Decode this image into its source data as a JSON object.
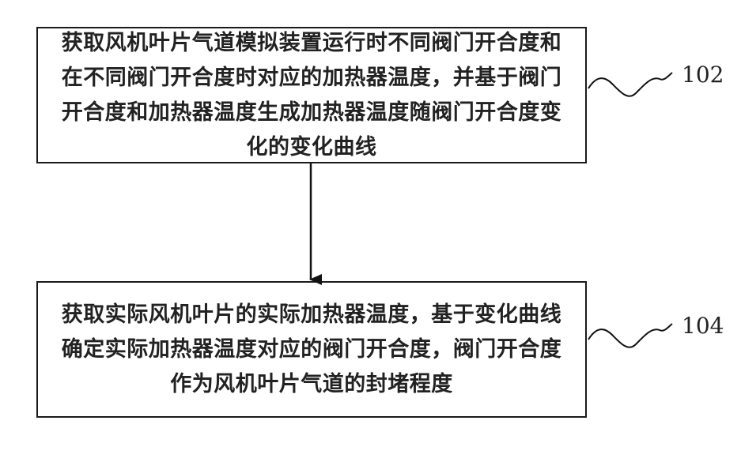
{
  "steps": [
    {
      "label": "102",
      "text": "获取风机叶片气道模拟装置运行时不同阀门开合度和在不同阀门开合度时对应的加热器温度，并基于阀门开合度和加热器温度生成加热器温度随阀门开合度变化的变化曲线"
    },
    {
      "label": "104",
      "text": "获取实际风机叶片的实际加热器温度，基于变化曲线确定实际加热器温度对应的阀门开合度，阀门开合度作为风机叶片气道的封堵程度"
    }
  ]
}
